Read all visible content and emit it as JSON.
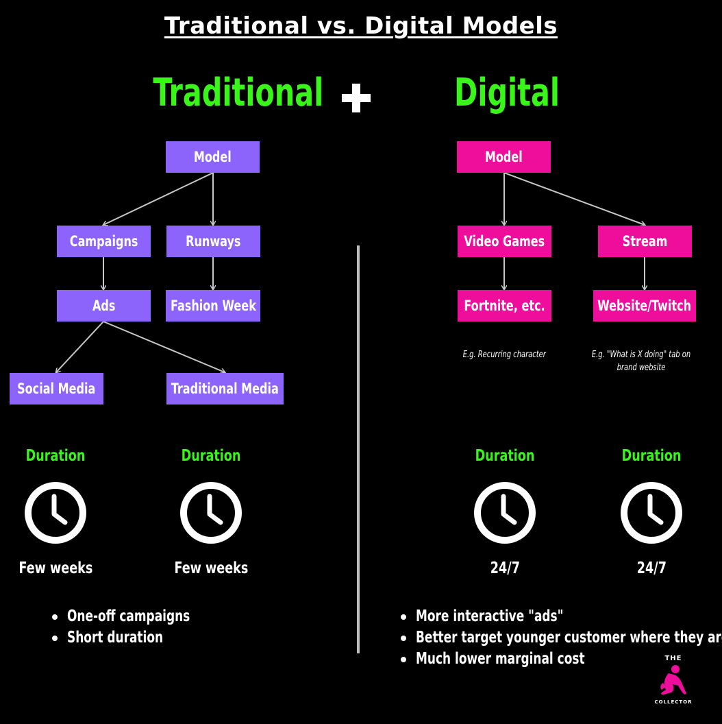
{
  "title": "Traditional vs. Digital  Models",
  "colors": {
    "green": "#39f519",
    "purple": "#8c63fb",
    "pink": "#ee0e9b"
  },
  "traditional": {
    "heading": "Traditional",
    "nodes": {
      "model": "Model",
      "campaigns": "Campaigns",
      "runways": "Runways",
      "ads": "Ads",
      "fashion_week": "Fashion Week",
      "social_media": "Social Media",
      "traditional_media": "Traditional Media"
    },
    "durations": [
      {
        "label": "Duration",
        "value": "Few weeks"
      },
      {
        "label": "Duration",
        "value": "Few weeks"
      }
    ],
    "bullets": [
      "One-off campaigns",
      "Short duration"
    ]
  },
  "digital": {
    "heading": "Digital",
    "nodes": {
      "model": "Model",
      "video_games": "Video Games",
      "stream": "Stream",
      "fortnite": "Fortnite, etc.",
      "website_twitch": "Website/Twitch"
    },
    "notes": {
      "recurring": "E.g. Recurring character",
      "what_is_x": "E.g. \"What is X doing\" tab on brand website"
    },
    "durations": [
      {
        "label": "Duration",
        "value": "24/7"
      },
      {
        "label": "Duration",
        "value": "24/7"
      }
    ],
    "bullets": [
      "More interactive \"ads\"",
      "Better target younger customer where they are",
      "Much lower marginal cost"
    ]
  },
  "logo": {
    "icon": "sitting-figure-icon",
    "line1": "THE",
    "line2": "COLLECTOR"
  }
}
